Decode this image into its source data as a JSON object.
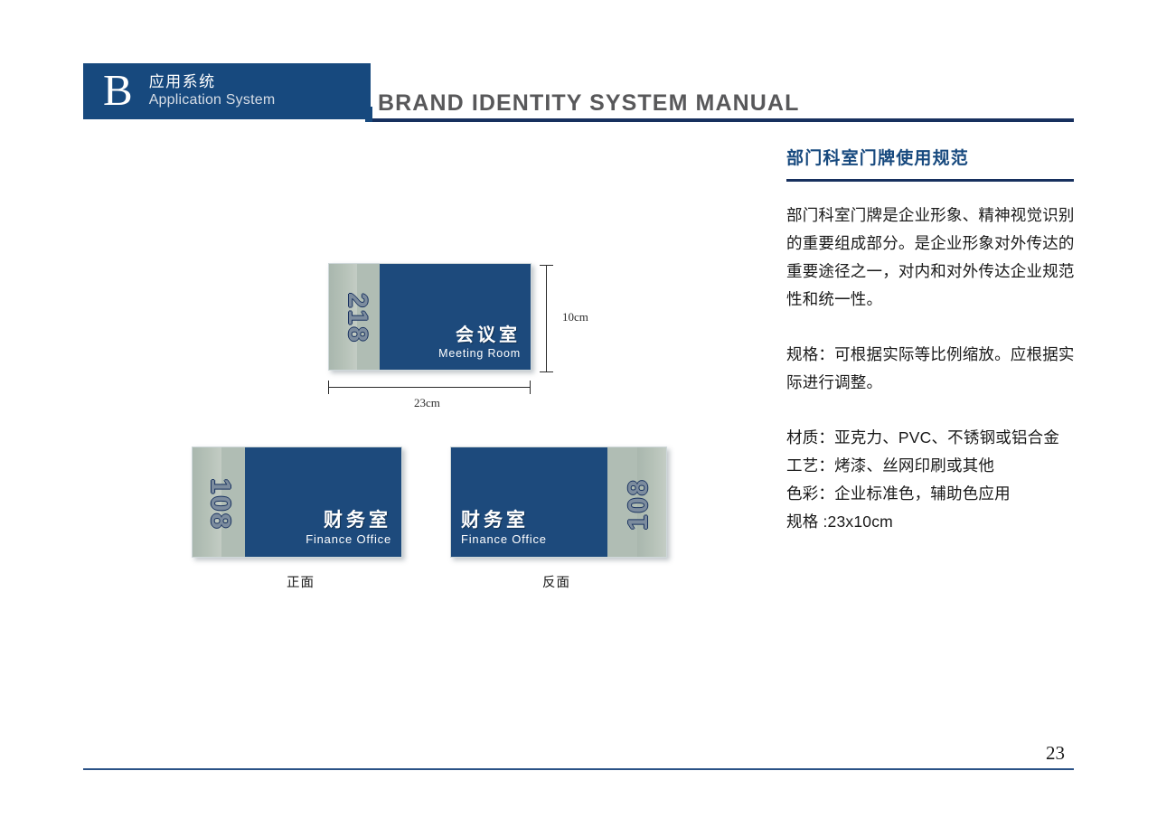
{
  "header": {
    "badge_letter": "B",
    "badge_cn": "应用系统",
    "badge_en": "Application System",
    "title": "BRAND IDENTITY SYSTEM MANUAL"
  },
  "right_column": {
    "heading": "部门科室门牌使用规范",
    "paragraph_1": "部门科室门牌是企业形象、精神视觉识别的重要组成部分。是企业形象对外传达的重要途径之一，对内和对外传达企业规范性和统一性。",
    "paragraph_2": "规格：可根据实际等比例缩放。应根据实际进行调整。",
    "spec_material": "材质：亚克力、PVC、不锈钢或铝合金",
    "spec_process": "工艺：烤漆、丝网印刷或其他",
    "spec_color": "色彩：企业标准色，辅助色应用",
    "spec_size": "规格 :23x10cm"
  },
  "signs": {
    "main": {
      "number": "218",
      "label_cn": "会议室",
      "label_en": "Meeting Room"
    },
    "front": {
      "number": "108",
      "label_cn": "财务室",
      "label_en": "Finance Office"
    },
    "reverse": {
      "number": "108",
      "label_cn": "财务室",
      "label_en": "Finance Office"
    }
  },
  "dimensions": {
    "height": "10cm",
    "width": "23cm"
  },
  "captions": {
    "front": "正面",
    "reverse": "反面"
  },
  "footer": {
    "page_number": "23"
  },
  "colors": {
    "brand_navy": "#17497e",
    "rule_navy": "#17305e",
    "sign_blue": "#1d4a7c",
    "sign_strip": "#b0bdb4",
    "title_grey": "#58585a"
  }
}
